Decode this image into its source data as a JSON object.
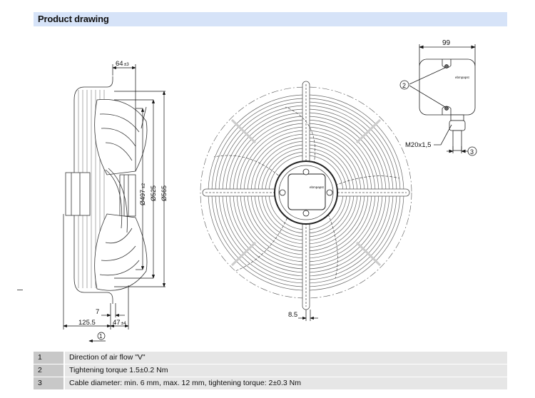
{
  "header": {
    "title": "Product drawing"
  },
  "side_view": {
    "dim_top": "64",
    "dim_top_tol": "±3",
    "dia_inner": "Ø497",
    "dia_inner_tol": "±2",
    "dia_mid": "Ø525",
    "dia_outer": "Ø565",
    "dim_flange": "7",
    "dim_depth": "125.5",
    "dim_bottom": "47",
    "dim_bottom_tol": "±4",
    "callout_airflow": "1"
  },
  "front_view": {
    "dim_slot": "8.5",
    "brand_label": "ebmpapst"
  },
  "terminal_box": {
    "dim_width": "99",
    "callout_torque": "2",
    "cable_gland": "M20x1,5",
    "callout_cable": "3",
    "brand_label": "ebmpapst"
  },
  "legend": {
    "rows": [
      {
        "num": "1",
        "text": "Direction of air flow \"V\""
      },
      {
        "num": "2",
        "text": "Tightening torque 1.5±0.2 Nm"
      },
      {
        "num": "3",
        "text": "Cable diameter: min. 6 mm, max. 12 mm, tightening torque: 2±0.3 Nm"
      }
    ]
  }
}
